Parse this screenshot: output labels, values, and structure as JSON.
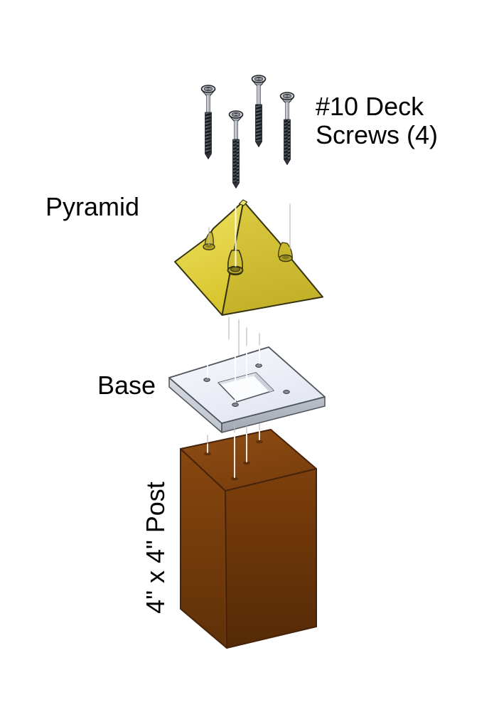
{
  "diagram": {
    "type": "exploded-assembly",
    "labels": {
      "screws": "#10 Deck Screws (4)",
      "pyramid": "Pyramid",
      "base": "Base",
      "post": "4\" x 4\" Post"
    },
    "parts": [
      {
        "id": "deck-screws",
        "label": "#10 Deck Screws (4)",
        "quantity": 4,
        "color": "#3c4048"
      },
      {
        "id": "pyramid-cap",
        "label": "Pyramid",
        "color": "#d9c733"
      },
      {
        "id": "base-plate",
        "label": "Base",
        "color": "#e9edf7"
      },
      {
        "id": "post",
        "label": "4\" x 4\" Post",
        "color": "#7c3f0c"
      }
    ],
    "background": "#ffffff",
    "text_color": "#000000",
    "guide_line_colors": {
      "over_white": "#bdbdbd",
      "over_parts": "#ffffff"
    }
  }
}
